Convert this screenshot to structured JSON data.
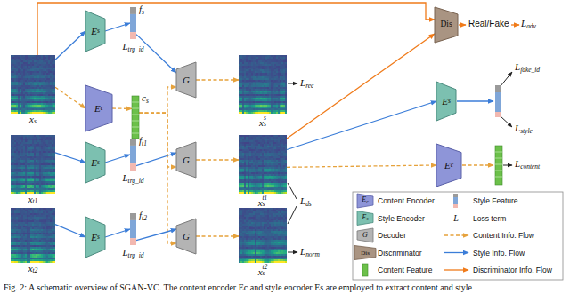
{
  "diagram": {
    "caption": "Fig. 2: A schematic overview of SGAN-VC. The content encoder Ec and style encoder Es are employed to extract content and style",
    "nodes": [
      {
        "text": [
          "x",
          "s"
        ]
      },
      {
        "text": [
          "E",
          "s"
        ]
      },
      {
        "text": [
          "E",
          "c"
        ]
      },
      {
        "text": [
          "f",
          "s"
        ]
      },
      {
        "text": [
          "c",
          "s"
        ]
      },
      {
        "text": [
          "G"
        ]
      },
      {
        "text": [
          "x",
          "s",
          "s"
        ]
      },
      {
        "text": [
          "Dis"
        ]
      },
      {
        "text": [
          "E",
          "s"
        ]
      },
      {
        "text": [
          "E",
          "c"
        ]
      },
      {
        "text": [
          "x",
          "t1"
        ]
      },
      {
        "text": [
          "E",
          "s"
        ]
      },
      {
        "text": [
          "f",
          "t1"
        ]
      },
      {
        "text": [
          "G"
        ]
      },
      {
        "text": [
          "x",
          "s",
          "t1"
        ]
      },
      {
        "text": [
          "x",
          "t2"
        ]
      },
      {
        "text": [
          "E",
          "s"
        ]
      },
      {
        "text": [
          "f",
          "t2"
        ]
      },
      {
        "text": [
          "G"
        ]
      },
      {
        "text": [
          "x",
          "s",
          "t2"
        ]
      }
    ],
    "edges": [
      {
        "from": 0,
        "to": 1,
        "arrow": "to"
      },
      {
        "from": 0,
        "to": 2,
        "arrow": "to"
      },
      {
        "from": 1,
        "to": 3,
        "arrow": "to"
      },
      {
        "from": 2,
        "to": 4,
        "arrow": "to"
      },
      {
        "from": 3,
        "to": 5,
        "arrow": "to"
      },
      {
        "from": 4,
        "to": 5,
        "arrow": "to"
      },
      {
        "from": 4,
        "to": 13,
        "arrow": "to"
      },
      {
        "from": 4,
        "to": 18,
        "arrow": "to"
      },
      {
        "from": 5,
        "to": 6,
        "arrow": "to"
      },
      {
        "from": 0,
        "to": 7,
        "arrow": "to"
      },
      {
        "from": 10,
        "to": 11,
        "arrow": "to"
      },
      {
        "from": 11,
        "to": 12,
        "arrow": "to"
      },
      {
        "from": 12,
        "to": 13,
        "arrow": "to"
      },
      {
        "from": 13,
        "to": 14,
        "arrow": "to"
      },
      {
        "from": 15,
        "to": 16,
        "arrow": "to"
      },
      {
        "from": 16,
        "to": 17,
        "arrow": "to"
      },
      {
        "from": 17,
        "to": 18,
        "arrow": "to"
      },
      {
        "from": 18,
        "to": 19,
        "arrow": "to"
      },
      {
        "from": 14,
        "to": 7,
        "arrow": "to"
      },
      {
        "from": 14,
        "to": 8,
        "arrow": "to"
      },
      {
        "from": 14,
        "to": 9,
        "arrow": "to"
      }
    ],
    "labels": [
      "L",
      "trg_id",
      "L",
      "trg_id",
      "L",
      "trg_id",
      "L",
      "rec",
      "L",
      "ds",
      "L",
      "norm",
      "Real/Fake",
      "L",
      "adv",
      "L",
      "fake_id",
      "L",
      "style",
      "L",
      "content",
      "E",
      "c",
      "E",
      "s",
      "G",
      "Dis",
      "L"
    ],
    "legend": [
      {
        "text": "Content Encoder"
      },
      {
        "text": "Style Feature"
      },
      {
        "text": "Style Encoder"
      },
      {
        "text": "Loss term"
      },
      {
        "text": "Decoder"
      },
      {
        "text": "Content Info. Flow"
      },
      {
        "text": "Discriminator"
      },
      {
        "text": "Style Info. Flow"
      },
      {
        "text": "Content Feature"
      },
      {
        "text": "Discriminator Info. Flow"
      }
    ]
  }
}
